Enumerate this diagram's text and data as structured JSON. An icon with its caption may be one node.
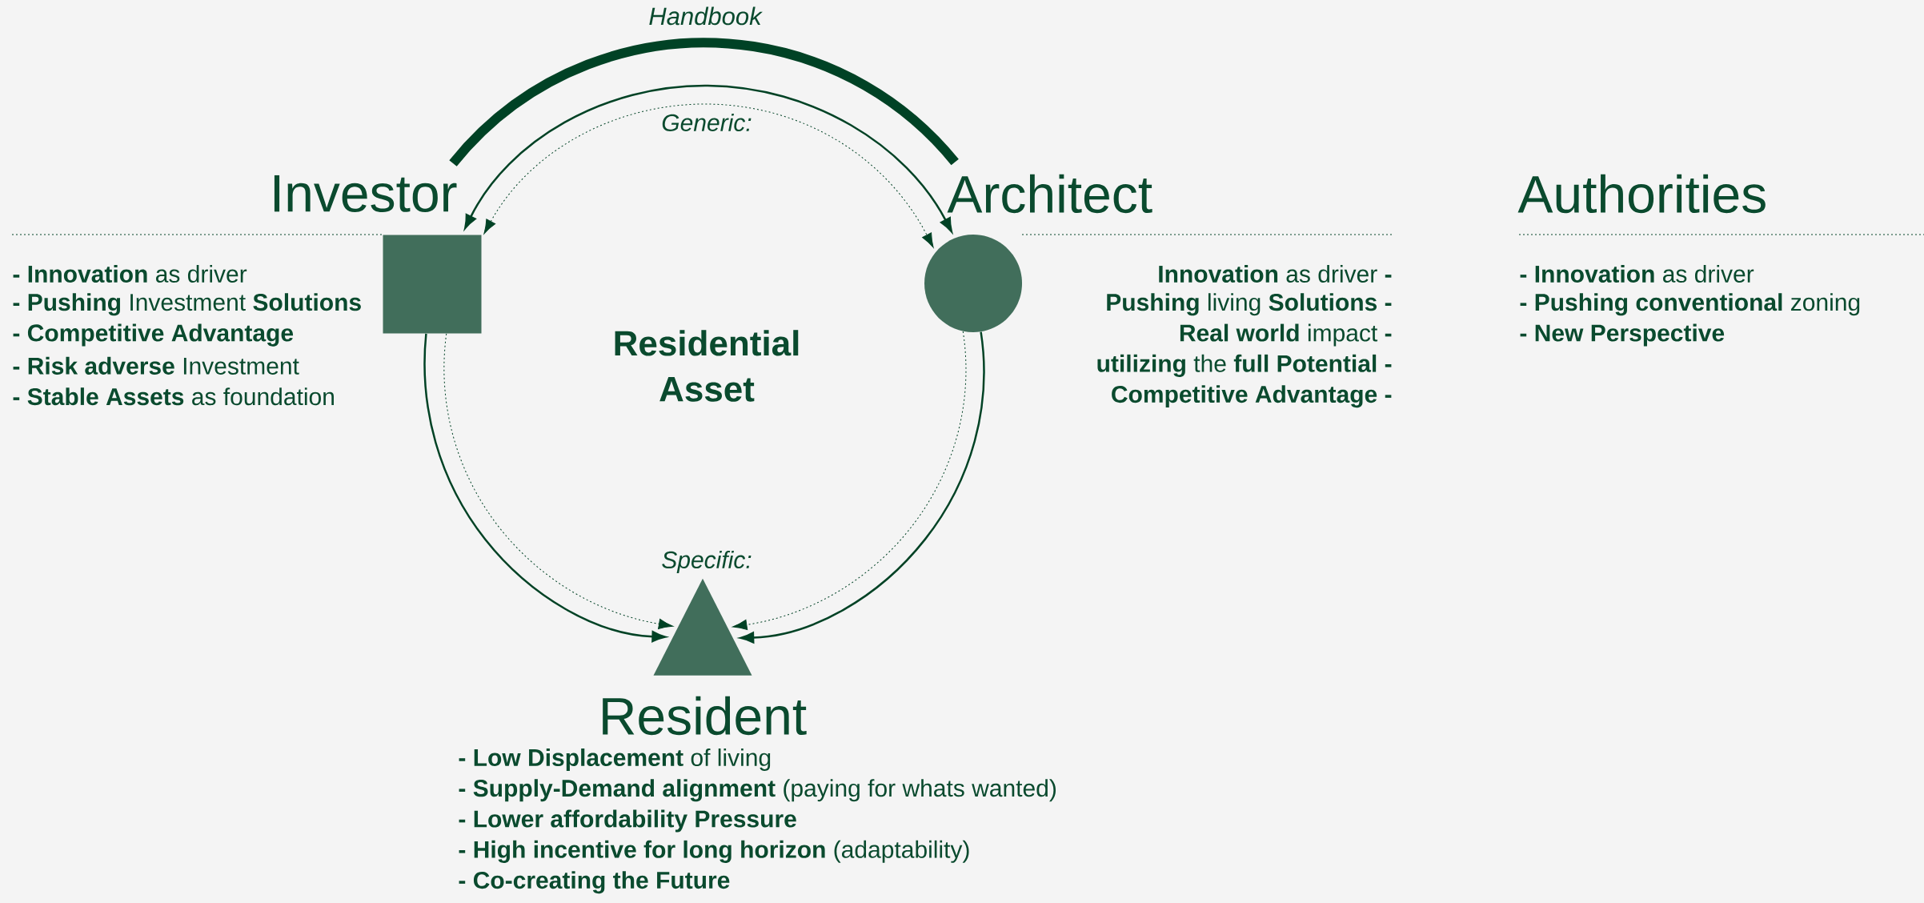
{
  "diagram": {
    "nodes": [
      {
        "text": [
          "Investor"
        ],
        "beside": [
          "**- Innovation** as driver",
          "**- Pushing** Investment **Solutions**",
          "- Competitive Advantage",
          "**- Risk adverse** Investment",
          "**- Stable Assets** as foundation"
        ]
      },
      {
        "text": [
          "Architect"
        ],
        "beside": [
          "**Innovation** as driver **-**",
          "**Pushing** living **Solutions -**",
          "**Real world** impact **-**",
          "**utilizing** the **full Potential -**",
          "Competitive Advantage -"
        ]
      },
      {
        "text": [
          "Resident"
        ],
        "beside": [
          "**- Low Displacement** of living",
          "**- Supply-Demand alignment** (paying for whats wanted)",
          "- Lower affordability Pressure",
          "**- High incentive for long horizon** (adaptability)",
          "- Co-creating the Future"
        ]
      }
    ],
    "edges": [
      {
        "from": 0,
        "to": 1,
        "arrow": "both"
      },
      {
        "from": 0,
        "to": 1,
        "arrow": "both",
        "style": "dashed"
      },
      {
        "from": 0,
        "to": 2,
        "arrow": "to"
      },
      {
        "from": 0,
        "to": 2,
        "arrow": "to",
        "style": "dashed"
      },
      {
        "from": 1,
        "to": 2,
        "arrow": "to"
      },
      {
        "from": 1,
        "to": 2,
        "arrow": "to",
        "style": "dashed"
      }
    ],
    "labels": [
      "Handbook",
      "Generic:",
      "Residential Asset",
      "Specific:",
      "Authorities",
      "**- Innovation** as driver",
      "**- Pushing conventional** zoning",
      "- New Perspective"
    ]
  }
}
